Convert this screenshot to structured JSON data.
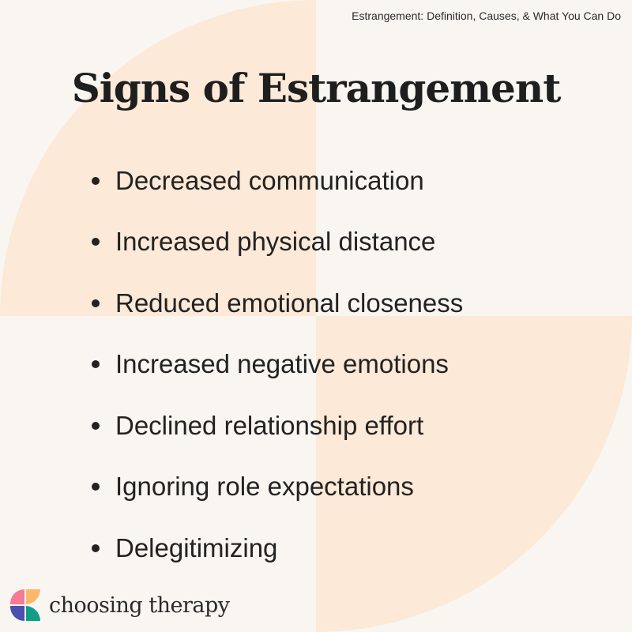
{
  "header": {
    "article_title": "Estrangement: Definition, Causes, & What You Can Do"
  },
  "title": "Signs of Estrangement",
  "items": [
    "Decreased communication",
    "Increased physical distance",
    "Reduced emotional closeness",
    "Increased negative emotions",
    "Declined relationship effort",
    "Ignoring role expectations",
    "Delegitimizing"
  ],
  "brand": {
    "name": "choosing therapy"
  },
  "colors": {
    "background": "#f9f6f1",
    "shape": "#fce9d7",
    "pink": "#f47a96",
    "orange": "#fbb86a",
    "blue": "#4a4fb0",
    "teal": "#109e88"
  }
}
